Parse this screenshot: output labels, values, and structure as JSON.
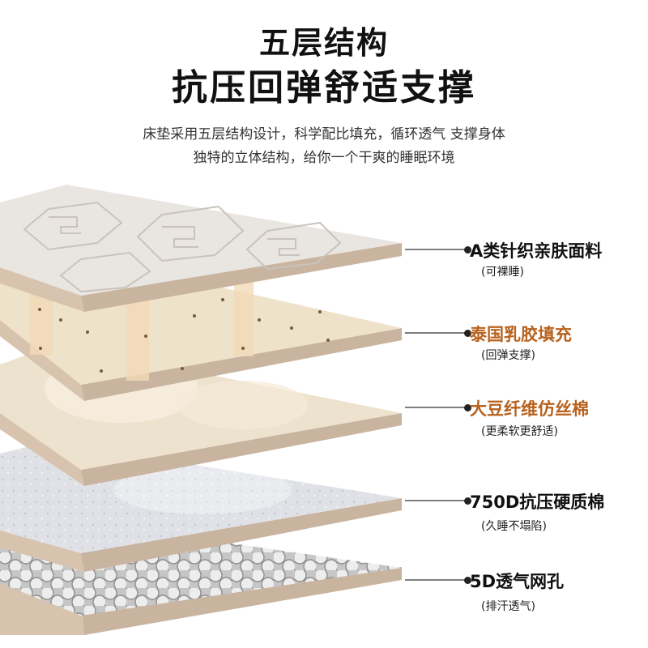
{
  "header": {
    "title": "五层结构",
    "subtitle": "抗压回弹舒适支撑",
    "desc_line1": "床垫采用五层结构设计，科学配比填充，循环透气 支撑身体",
    "desc_line2": "独特的立体结构，给你一个干爽的睡眠环境"
  },
  "layers": [
    {
      "label": "A类针织亲肤面料",
      "sub": "(可裸睡)",
      "accent": false
    },
    {
      "label": "泰国乳胶填充",
      "sub": "(回弹支撑)",
      "accent": true
    },
    {
      "label": "大豆纤维仿丝棉",
      "sub": "(更柔软更舒适)",
      "accent": true
    },
    {
      "label": "750D抗压硬质棉",
      "sub": "(久睡不塌陷)",
      "accent": false
    },
    {
      "label": "5D透气网孔",
      "sub": "(排汗透气)",
      "accent": false
    }
  ],
  "colors": {
    "edge": "#c9b4a0",
    "accent_text": "#b8621e",
    "fabric": "#e9e5e0",
    "latex": "#efe1c9",
    "fiber": "#ece0cb",
    "hardcotton": "#d9dbe1",
    "mesh": "#cfcfcf"
  }
}
